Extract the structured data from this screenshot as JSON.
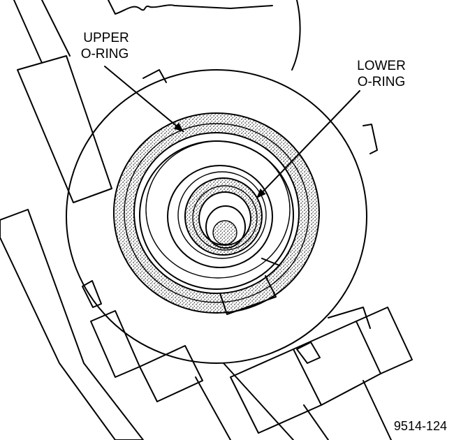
{
  "labels": {
    "upper_line1": "UPPER",
    "upper_line2": "O-RING",
    "lower_line1": "LOWER",
    "lower_line2": "O-RING"
  },
  "figure_number": "9514-124",
  "colors": {
    "line": "#000000",
    "background": "#ffffff",
    "stipple": "#000000"
  }
}
